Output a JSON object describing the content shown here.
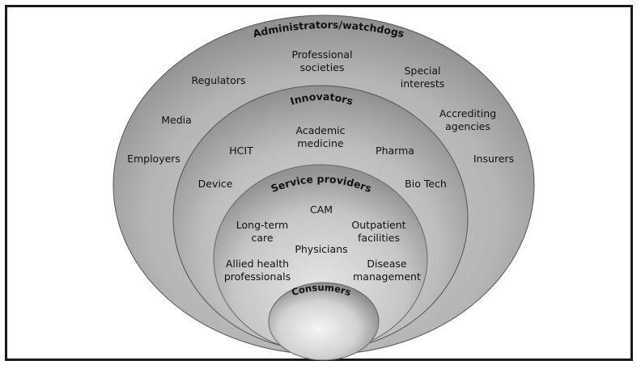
{
  "rings": {
    "outer": {
      "title": "Administrators/watchdogs",
      "items": [
        "Professional",
        "societies",
        "Regulators",
        "Special",
        "interests",
        "Media",
        "Accrediting",
        "agencies",
        "Employers",
        "Insurers"
      ]
    },
    "innovators": {
      "title": "Innovators",
      "items": [
        "Academic",
        "medicine",
        "HCIT",
        "Pharma",
        "Device",
        "Bio Tech"
      ]
    },
    "service": {
      "title": "Service providers",
      "items": [
        "CAM",
        "Long-term",
        "care",
        "Outpatient",
        "facilities",
        "Physicians",
        "Allied health",
        "professionals",
        "Disease",
        "management"
      ]
    },
    "consumers": {
      "title": "Consumers"
    }
  },
  "colors": {
    "outer": "#a9a9a9",
    "innovators": "#b9b9b9",
    "service": "#c9c9c9",
    "consumers": "#d4d4d4",
    "text": "#111111",
    "frame": "#1a1a1a"
  }
}
